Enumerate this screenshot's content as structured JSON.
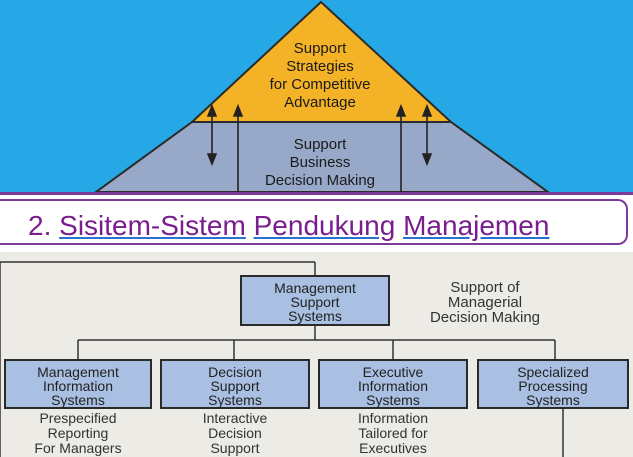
{
  "pyramid": {
    "top_lines": [
      "Support",
      "Strategies",
      "for Competitive",
      "Advantage"
    ],
    "middle_lines": [
      "Support",
      "Business",
      "Decision Making"
    ],
    "colors": {
      "background": "#27a8e6",
      "apex": "#f4b326",
      "middle": "#97a8c8"
    }
  },
  "header": {
    "number": "2.",
    "words": [
      "Sisitem-Sistem",
      "Pendukung",
      "Manajemen"
    ],
    "color": "#7a1d8f"
  },
  "hierarchy": {
    "root": {
      "lines": [
        "Management",
        "Support",
        "Systems"
      ],
      "note_lines": [
        "Support of",
        "Managerial",
        "Decision Making"
      ]
    },
    "children": [
      {
        "lines": [
          "Management",
          "Information",
          "Systems"
        ],
        "caption_lines": [
          "Prespecified",
          "Reporting",
          "For Managers"
        ]
      },
      {
        "lines": [
          "Decision",
          "Support",
          "Systems"
        ],
        "caption_lines": [
          "Interactive",
          "Decision",
          "Support"
        ]
      },
      {
        "lines": [
          "Executive",
          "Information",
          "Systems"
        ],
        "caption_lines": [
          "Information",
          "Tailored for",
          "Executives"
        ]
      },
      {
        "lines": [
          "Specialized",
          "Processing",
          "Systems"
        ],
        "caption_lines": []
      }
    ],
    "colors": {
      "panel": "#ecebe5",
      "box": "#a9c0e2"
    }
  }
}
